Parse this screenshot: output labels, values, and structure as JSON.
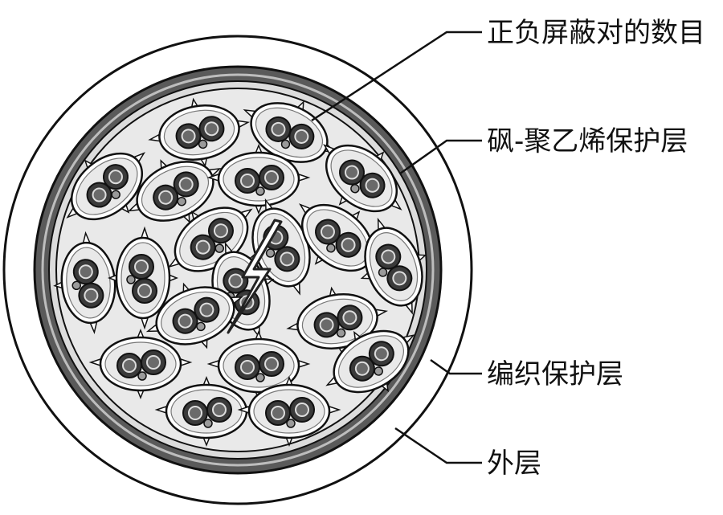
{
  "labels": {
    "shielded_pairs": "正负屏蔽对的数目",
    "sulfone_polyethylene_layer": "砜-聚乙烯保护层",
    "braided_layer": "编织保护层",
    "outer_layer": "外层"
  },
  "colors": {
    "stroke": "#111111",
    "braid_fill": "#5a5a5a",
    "core_fill": "#e9e9e9",
    "conductor_dark": "#3a3a3a",
    "drain_wire": "#9a9a9a"
  },
  "icons": [
    "lightning-bolt-icon"
  ]
}
